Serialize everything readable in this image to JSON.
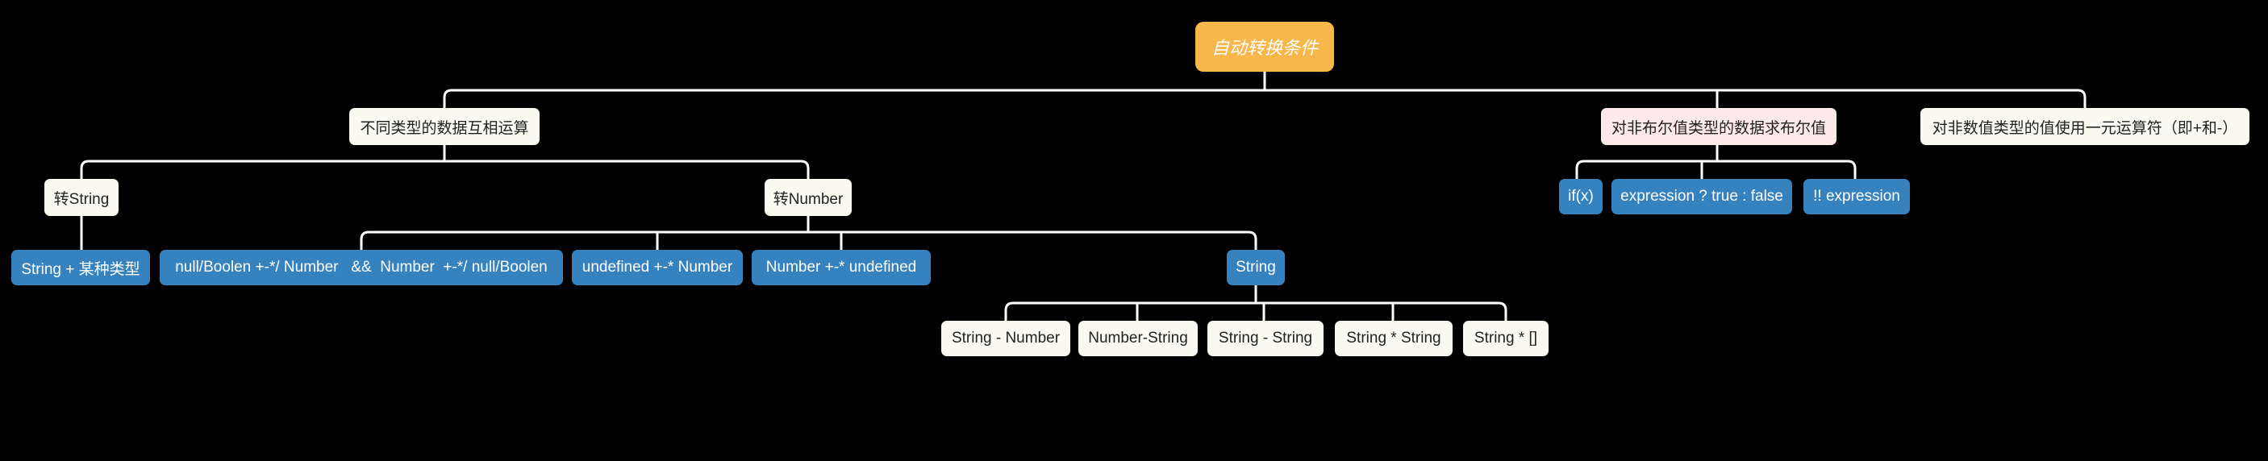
{
  "diagram": {
    "root": {
      "label": "自动转换条件"
    },
    "level1": {
      "mixed_ops": "不同类型的数据互相运算",
      "to_boolean": "对非布尔值类型的数据求布尔值",
      "unary": "对非数值类型的值使用一元运算符（即+和-）"
    },
    "mixed_ops": {
      "to_string": "转String",
      "to_number": "转Number",
      "to_string_children": [
        "String + 某种类型"
      ],
      "to_number_children": [
        "null/Boolen +-*/ Number   &&  Number  +-*/ null/Boolen",
        "undefined +-* Number",
        "Number +-* undefined",
        "String"
      ],
      "string_children": [
        "String - Number",
        "Number-String",
        "String - String",
        "String * String",
        "String * []"
      ]
    },
    "to_boolean_children": [
      "if(x)",
      "expression ? true : false",
      "!! expression"
    ]
  }
}
